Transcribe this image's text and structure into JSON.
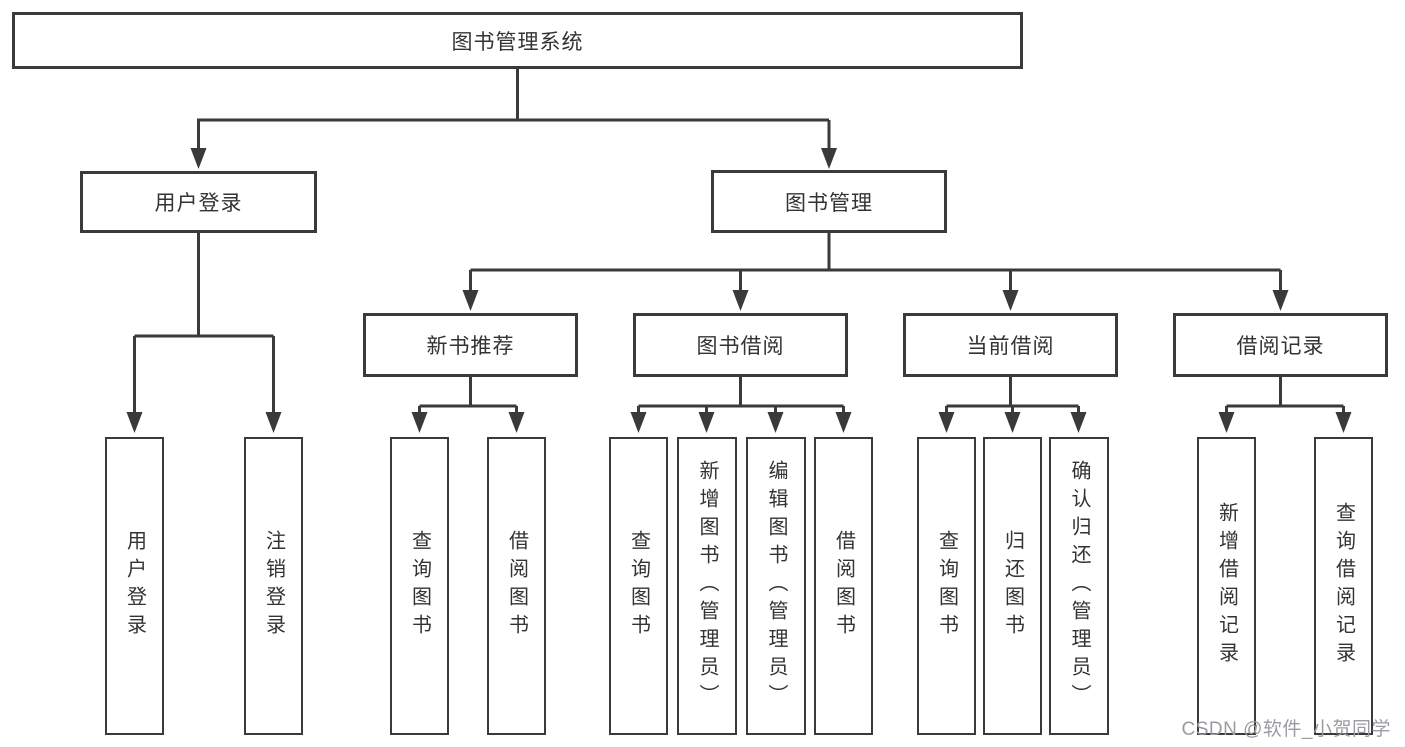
{
  "colors": {
    "line": "#3a3a3a",
    "box_border": "#3a3a3a",
    "text": "#333333",
    "background": "#ffffff",
    "watermark_text": "#9b9ba1"
  },
  "watermark": {
    "text": "CSDN @软件_小贺同学"
  },
  "tree": {
    "label": "图书管理系统",
    "children": [
      {
        "label": "用户登录",
        "children": [
          {
            "label": "用户登录"
          },
          {
            "label": "注销登录"
          }
        ]
      },
      {
        "label": "图书管理",
        "children": [
          {
            "label": "新书推荐",
            "children": [
              {
                "label": "查询图书"
              },
              {
                "label": "借阅图书"
              }
            ]
          },
          {
            "label": "图书借阅",
            "children": [
              {
                "label": "查询图书"
              },
              {
                "label": "新增图书（管理员）"
              },
              {
                "label": "编辑图书（管理员）"
              },
              {
                "label": "借阅图书"
              }
            ]
          },
          {
            "label": "当前借阅",
            "children": [
              {
                "label": "查询图书"
              },
              {
                "label": "归还图书"
              },
              {
                "label": "确认归还（管理员）"
              }
            ]
          },
          {
            "label": "借阅记录",
            "children": [
              {
                "label": "新增借阅记录"
              },
              {
                "label": "查询借阅记录"
              }
            ]
          }
        ]
      }
    ]
  }
}
